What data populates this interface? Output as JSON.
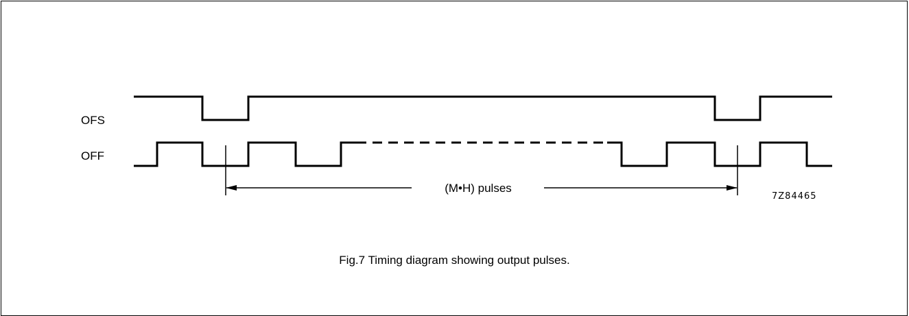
{
  "signals": {
    "ofs_label": "OFS",
    "off_label": "OFF"
  },
  "measure": {
    "label": "(M•H) pulses"
  },
  "drawing_code": "7Z84465",
  "caption": "Fig.7  Timing diagram showing output pulses."
}
